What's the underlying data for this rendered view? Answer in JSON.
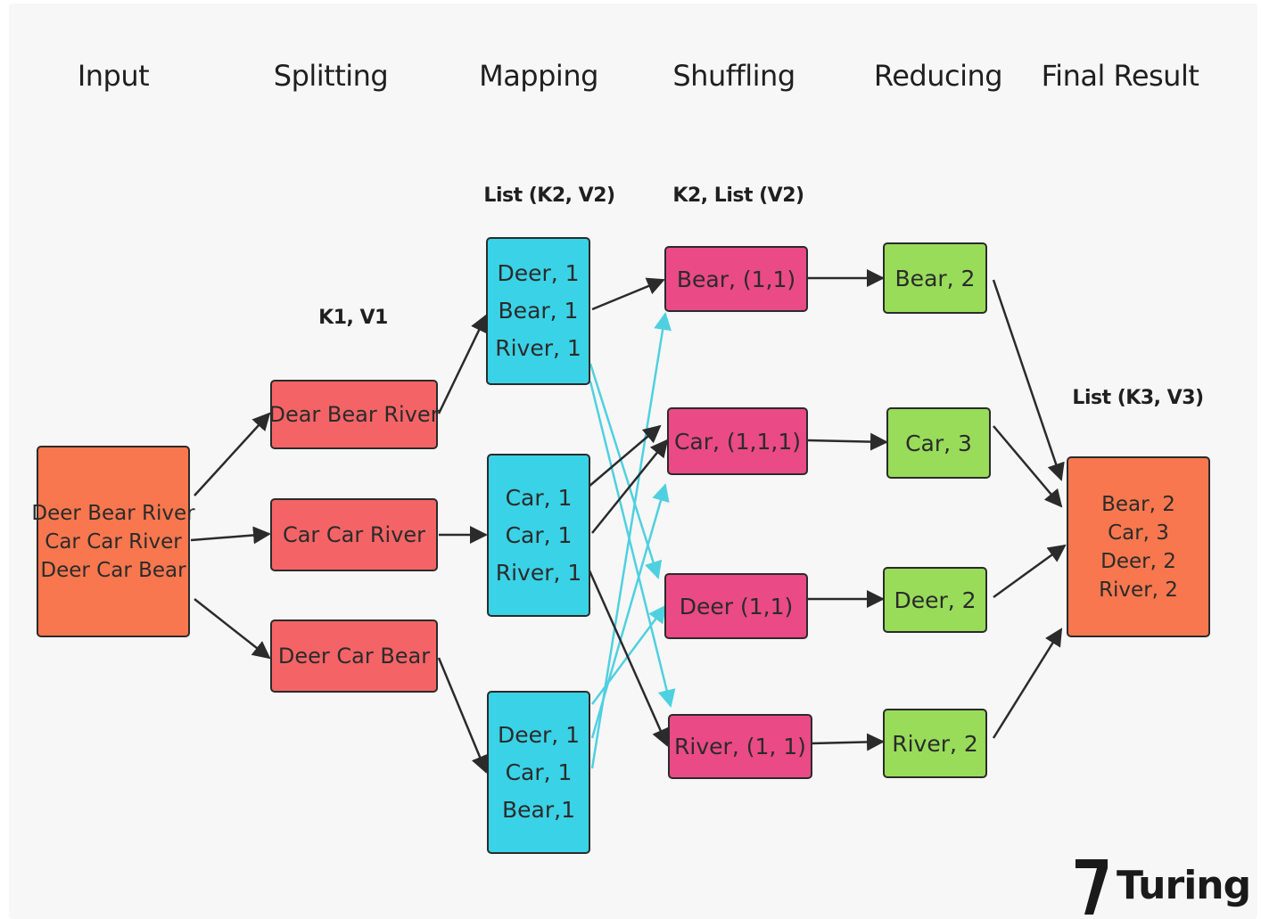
{
  "stages": [
    "Input",
    "Splitting",
    "Mapping",
    "Shuffling",
    "Reducing",
    "Final Result"
  ],
  "sublabels": {
    "splitting": "K1, V1",
    "mapping": "List (K2, V2)",
    "shuffling": "K2, List (V2)",
    "final": "List (K3, V3)"
  },
  "input": {
    "lines": [
      "Deer Bear River",
      "Car Car River",
      "Deer Car Bear"
    ]
  },
  "splits": [
    "Dear Bear River",
    "Car Car River",
    "Deer Car Bear"
  ],
  "maps": [
    {
      "lines": [
        "Deer, 1",
        "Bear, 1",
        "River, 1"
      ]
    },
    {
      "lines": [
        "Car, 1",
        "Car, 1",
        "River, 1"
      ]
    },
    {
      "lines": [
        "Deer, 1",
        "Car, 1",
        "Bear,1"
      ]
    }
  ],
  "shuffles": [
    "Bear, (1,1)",
    "Car, (1,1,1)",
    "Deer (1,1)",
    "River, (1, 1)"
  ],
  "reduces": [
    "Bear, 2",
    "Car, 3",
    "Deer, 2",
    "River, 2"
  ],
  "final": {
    "lines": [
      "Bear, 2",
      "Car, 3",
      "Deer, 2",
      "River, 2"
    ]
  },
  "logo": {
    "text": "Turing"
  },
  "colors": {
    "input": "#f8774e",
    "split": "#f46466",
    "map": "#3ad2e6",
    "shuffle": "#ea4a85",
    "reduce": "#98dc5a",
    "final": "#f8774e",
    "arrow_dark": "#2b2b2b",
    "arrow_cyan": "#4fd0e0"
  }
}
